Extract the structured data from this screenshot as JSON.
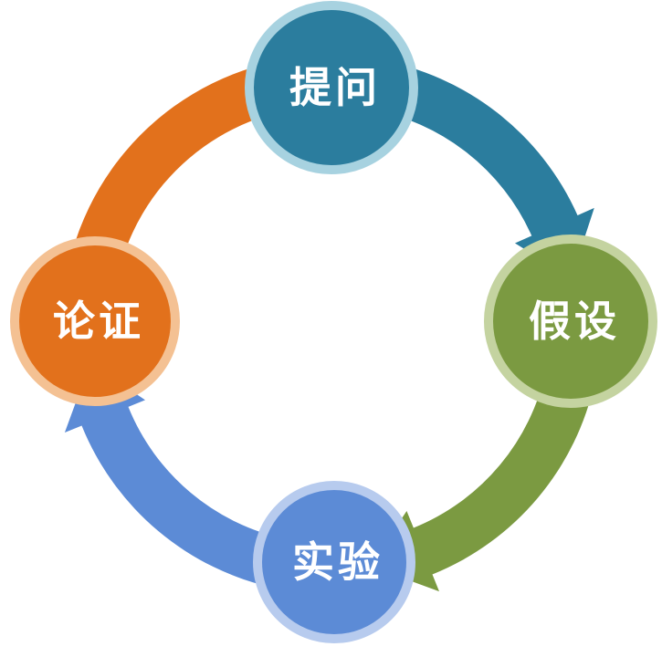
{
  "diagram": {
    "type": "cycle",
    "background": "#ffffff",
    "nodes": [
      {
        "id": "ask",
        "label": "提问",
        "position": "top",
        "color": "#2B7D9E",
        "ring_color": "#A7D2E0"
      },
      {
        "id": "hypothesis",
        "label": "假设",
        "position": "right",
        "color": "#7B9A41",
        "ring_color": "#C4D3A0"
      },
      {
        "id": "experiment",
        "label": "实验",
        "position": "bottom",
        "color": "#5C8BD6",
        "ring_color": "#B7CBEE"
      },
      {
        "id": "verify",
        "label": "论证",
        "position": "left",
        "color": "#E2711C",
        "ring_color": "#F4C193"
      }
    ],
    "arrows": [
      {
        "id": "left-to-top",
        "from": "论证",
        "to": "提问",
        "color": "#E2711C"
      },
      {
        "id": "top-to-right",
        "from": "提问",
        "to": "假设",
        "color": "#2B7D9E"
      },
      {
        "id": "right-to-bottom",
        "from": "假设",
        "to": "实验",
        "color": "#7B9A41"
      },
      {
        "id": "bottom-to-left",
        "from": "实验",
        "to": "论证",
        "color": "#5C8BD6"
      }
    ],
    "flow_direction": "clockwise"
  }
}
